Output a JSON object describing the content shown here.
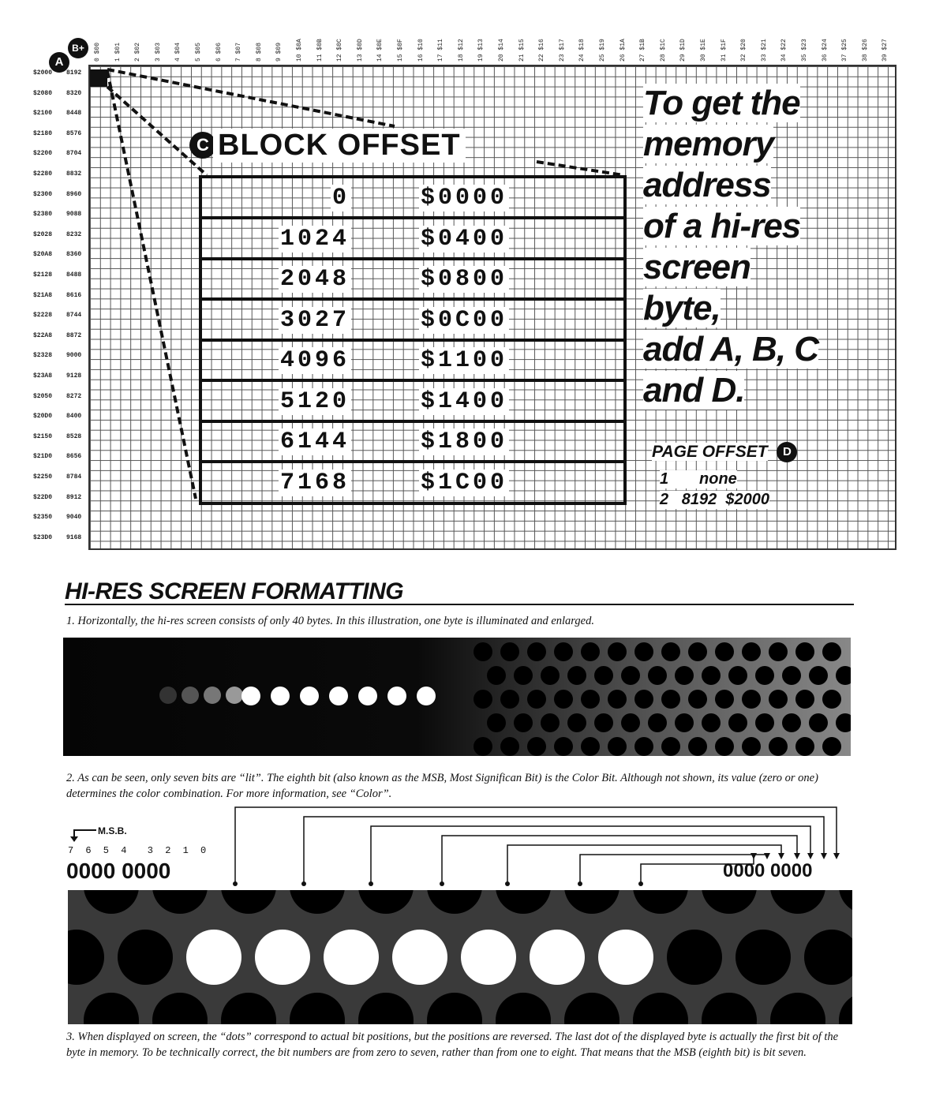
{
  "corner_labels": {
    "a": "A",
    "b": "B+"
  },
  "column_labels": [
    "0 $00",
    "1 $01",
    "2 $02",
    "3 $03",
    "4 $04",
    "5 $05",
    "6 $06",
    "7 $07",
    "8 $08",
    "9 $09",
    "10 $0A",
    "11 $0B",
    "12 $0C",
    "13 $0D",
    "14 $0E",
    "15 $0F",
    "16 $10",
    "17 $11",
    "18 $12",
    "19 $13",
    "20 $14",
    "21 $15",
    "22 $16",
    "23 $17",
    "24 $18",
    "25 $19",
    "26 $1A",
    "27 $1B",
    "28 $1C",
    "29 $1D",
    "30 $1E",
    "31 $1F",
    "32 $20",
    "33 $21",
    "34 $22",
    "35 $23",
    "36 $24",
    "37 $25",
    "38 $26",
    "39 $27"
  ],
  "row_labels": [
    {
      "hex": "$2000",
      "dec": "8192"
    },
    {
      "hex": "$2080",
      "dec": "8320"
    },
    {
      "hex": "$2100",
      "dec": "8448"
    },
    {
      "hex": "$2180",
      "dec": "8576"
    },
    {
      "hex": "$2200",
      "dec": "8704"
    },
    {
      "hex": "$2280",
      "dec": "8832"
    },
    {
      "hex": "$2300",
      "dec": "8960"
    },
    {
      "hex": "$2380",
      "dec": "9088"
    },
    {
      "hex": "$2028",
      "dec": "8232"
    },
    {
      "hex": "$20A8",
      "dec": "8360"
    },
    {
      "hex": "$2128",
      "dec": "8488"
    },
    {
      "hex": "$21A8",
      "dec": "8616"
    },
    {
      "hex": "$2228",
      "dec": "8744"
    },
    {
      "hex": "$22A8",
      "dec": "8872"
    },
    {
      "hex": "$2328",
      "dec": "9000"
    },
    {
      "hex": "$23A8",
      "dec": "9128"
    },
    {
      "hex": "$2050",
      "dec": "8272"
    },
    {
      "hex": "$20D0",
      "dec": "8400"
    },
    {
      "hex": "$2150",
      "dec": "8528"
    },
    {
      "hex": "$21D0",
      "dec": "8656"
    },
    {
      "hex": "$2250",
      "dec": "8784"
    },
    {
      "hex": "$22D0",
      "dec": "8912"
    },
    {
      "hex": "$2350",
      "dec": "9040"
    },
    {
      "hex": "$23D0",
      "dec": "9168"
    }
  ],
  "block_offset": {
    "icon": "C",
    "title": "BLOCK OFFSET",
    "rows": [
      {
        "dec": "0",
        "hex": "$0000"
      },
      {
        "dec": "1024",
        "hex": "$0400"
      },
      {
        "dec": "2048",
        "hex": "$0800"
      },
      {
        "dec": "3027",
        "hex": "$0C00"
      },
      {
        "dec": "4096",
        "hex": "$1100"
      },
      {
        "dec": "5120",
        "hex": "$1400"
      },
      {
        "dec": "6144",
        "hex": "$1800"
      },
      {
        "dec": "7168",
        "hex": "$1C00"
      }
    ]
  },
  "headline": [
    "To get the",
    "memory",
    "address",
    "of a hi-res",
    "screen",
    "byte,",
    "add A, B, C",
    "and D."
  ],
  "page_offset": {
    "label": "PAGE OFFSET",
    "icon": "D",
    "line1": "1       none",
    "line2": "2   8192  $2000"
  },
  "section": {
    "title": "HI-RES SCREEN FORMATTING",
    "caption1": "1.  Horizontally, the hi-res screen consists of only 40 bytes.  In this illustration, one byte is illuminated and enlarged.",
    "caption2": "2.  As can be seen, only seven bits are “lit”. The eighth bit (also known as the MSB, Most Significan Bit) is the Color Bit. Although not shown, its value (zero or one) determines the color combination. For more information, see “Color”.",
    "caption3": "3.  When displayed on screen, the “dots” correspond to actual bit positions, but the positions are reversed. The last dot of the displayed byte is actually the first bit of the byte in memory. To be technically correct, the bit numbers are from zero to seven, rather than from one to eight. That means that the MSB (eighth bit) is bit seven."
  },
  "bits": {
    "msb_label": "M.S.B.",
    "bit_numbers": "7 6 5 4  3 2 1 0",
    "left_value": "0000 0000",
    "right_value": "0000 0000"
  }
}
